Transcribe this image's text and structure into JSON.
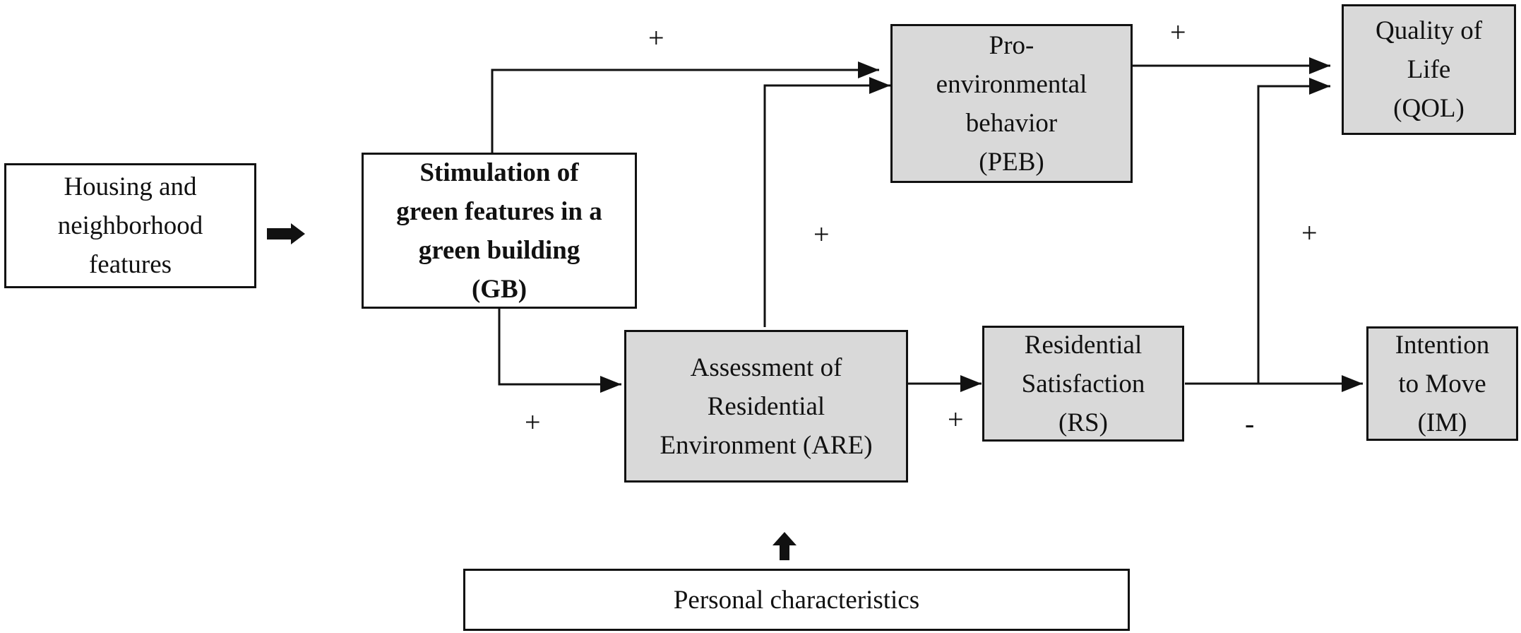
{
  "boxes": {
    "housing": [
      "Housing and",
      "neighborhood",
      "features"
    ],
    "gb": [
      "Stimulation of",
      "green features in a",
      "green building",
      "(GB)"
    ],
    "peb": [
      "Pro-",
      "environmental",
      "behavior",
      "(PEB)"
    ],
    "qol": [
      "Quality of",
      "Life",
      "(QOL)"
    ],
    "are": [
      "Assessment of",
      "Residential",
      "Environment (ARE)"
    ],
    "rs": [
      "Residential",
      "Satisfaction",
      "(RS)"
    ],
    "im": [
      "Intention",
      "to Move",
      "(IM)"
    ],
    "personal": "Personal characteristics"
  },
  "signs": {
    "gb_peb": "+",
    "peb_qol": "+",
    "are_peb": "+",
    "rs_qol": "+",
    "gb_are": "+",
    "are_rs": "+",
    "rs_im": "-"
  },
  "colors": {
    "line": "#111111",
    "box_fill_grey": "#d9d9d9",
    "box_fill_white": "#ffffff"
  }
}
